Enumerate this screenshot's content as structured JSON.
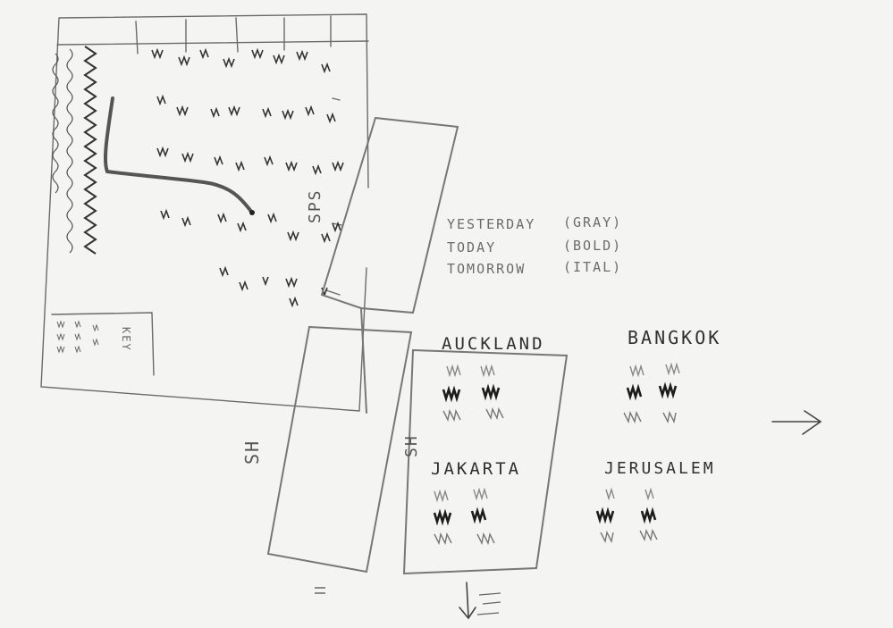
{
  "legend": [
    {
      "label": "YESTERDAY",
      "style": "(GRAY)"
    },
    {
      "label": "TODAY",
      "style": "(BOLD)"
    },
    {
      "label": "TOMORROW",
      "style": "(ITAL)"
    }
  ],
  "cities": [
    "AUCKLAND",
    "BANGKOK",
    "JAKARTA",
    "JERUSALEM"
  ],
  "key_label": "KEY",
  "panel_marks": [
    "SH",
    "SH",
    "SPS"
  ],
  "colors": {
    "paper": "#f4f4f2",
    "pencil": "#4a4a4a",
    "dark": "#222222"
  }
}
